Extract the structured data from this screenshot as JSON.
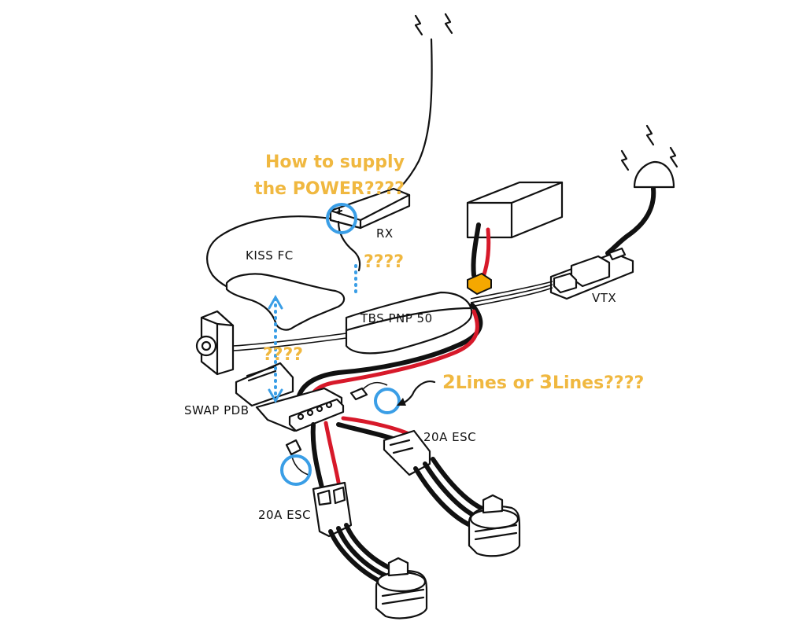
{
  "labels": {
    "rx": "RX",
    "kiss_fc": "KISS FC",
    "pdb_module": "TBS PNP 50",
    "vtx": "VTX",
    "swap_pdb": "SWAP PDB",
    "esc_right": "20A ESC",
    "esc_left": "20A ESC"
  },
  "annotations": {
    "power_question_line1": "How to supply",
    "power_question_line2": "the POWER????",
    "q_rx_to_fc": "????",
    "q_fc_to_pdb": "????",
    "lines_question_num1": "2",
    "lines_question_mid": "Lines or ",
    "lines_question_num2": "3",
    "lines_question_end": "Lines????"
  },
  "colors": {
    "question_text": "#f0b840",
    "highlight_circle": "#3a9ee6",
    "positive_wire": "#d7192a",
    "negative_wire": "#111111",
    "xt60_connector": "#f5a800"
  }
}
